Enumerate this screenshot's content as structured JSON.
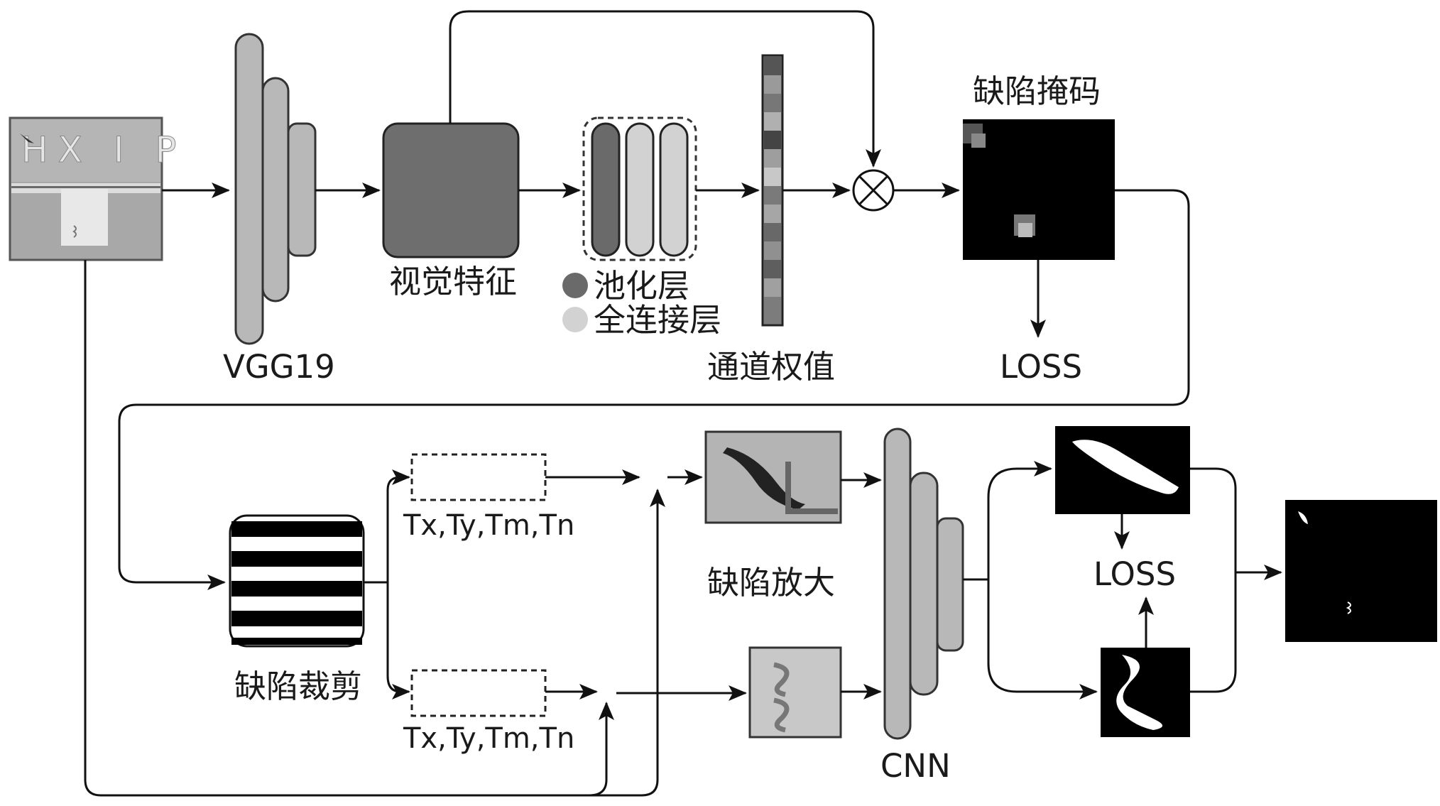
{
  "input_image": {
    "text": "HX I P"
  },
  "labels": {
    "vgg19": "VGG19",
    "visual_features": "视觉特征",
    "pooling_layer": "池化层",
    "fc_layer": "全连接层",
    "channel_weights": "通道权值",
    "defect_mask": "缺陷掩码",
    "loss_top": "LOSS",
    "defect_crop": "缺陷裁剪",
    "transform_top": "Tx,Ty,Tm,Tn",
    "transform_bottom": "Tx,Ty,Tm,Tn",
    "defect_zoom": "缺陷放大",
    "cnn": "CNN",
    "loss_bottom": "LOSS"
  },
  "colors": {
    "pooling": "#6a6a6a",
    "fc": "#d2d2d2",
    "feature_block": "#6e6e6e",
    "vgg_bar": "#b8b8b8"
  }
}
